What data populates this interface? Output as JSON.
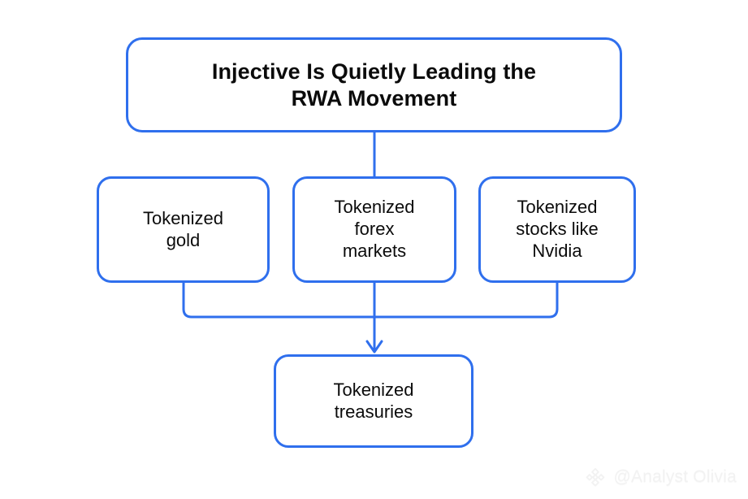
{
  "diagram": {
    "type": "flowchart",
    "title_node": {
      "id": "title",
      "label": "Injective Is Quietly Leading the\nRWA Movement"
    },
    "middle_nodes": [
      {
        "id": "gold",
        "label": "Tokenized\ngold"
      },
      {
        "id": "forex",
        "label": "Tokenized\nforex\nmarkets"
      },
      {
        "id": "stocks",
        "label": "Tokenized\nstocks like\nNvidia"
      }
    ],
    "bottom_node": {
      "id": "treasuries",
      "label": "Tokenized\ntreasuries"
    },
    "edges": [
      {
        "from": "title",
        "to": "forex",
        "arrow": false
      },
      {
        "from": "gold",
        "to": "treasuries",
        "arrow": false
      },
      {
        "from": "forex",
        "to": "treasuries",
        "arrow": true
      },
      {
        "from": "stocks",
        "to": "treasuries",
        "arrow": false
      }
    ],
    "colors": {
      "stroke": "#2f6fed",
      "node_fill": "#ffffff",
      "text": "#0b0b0b",
      "background": "#ffffff",
      "watermark": "#f2f2f2"
    }
  },
  "watermark": {
    "handle": "@Analyst Olivia",
    "logo": "binance-diamond-icon"
  }
}
